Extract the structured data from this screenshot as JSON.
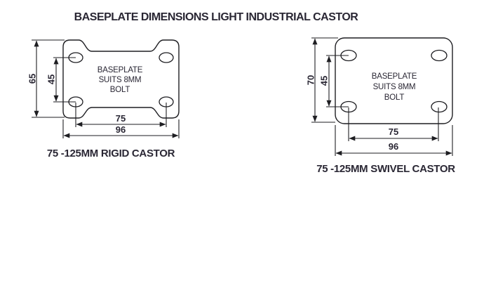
{
  "title": "BASEPLATE DIMENSIONS LIGHT INDUSTRIAL CASTOR",
  "colors": {
    "background": "#ffffff",
    "line": "#1e1e22",
    "text": "#2a2734"
  },
  "rigid": {
    "caption": "75 -125MM RIGID CASTOR",
    "plate_label": {
      "line1": "BASEPLATE",
      "line2": "SUITS 8MM",
      "line3": "BOLT"
    },
    "dimensions": {
      "overall_height_mm": "65",
      "bolt_spacing_vertical_mm": "45",
      "bolt_spacing_horizontal_mm": "75",
      "overall_width_mm": "96"
    }
  },
  "swivel": {
    "caption": "75 -125MM SWIVEL CASTOR",
    "plate_label": {
      "line1": "BASEPLATE",
      "line2": "SUITS 8MM",
      "line3": "BOLT"
    },
    "dimensions": {
      "overall_height_mm": "70",
      "bolt_spacing_vertical_mm": "45",
      "bolt_spacing_horizontal_mm": "75",
      "overall_width_mm": "96"
    }
  }
}
